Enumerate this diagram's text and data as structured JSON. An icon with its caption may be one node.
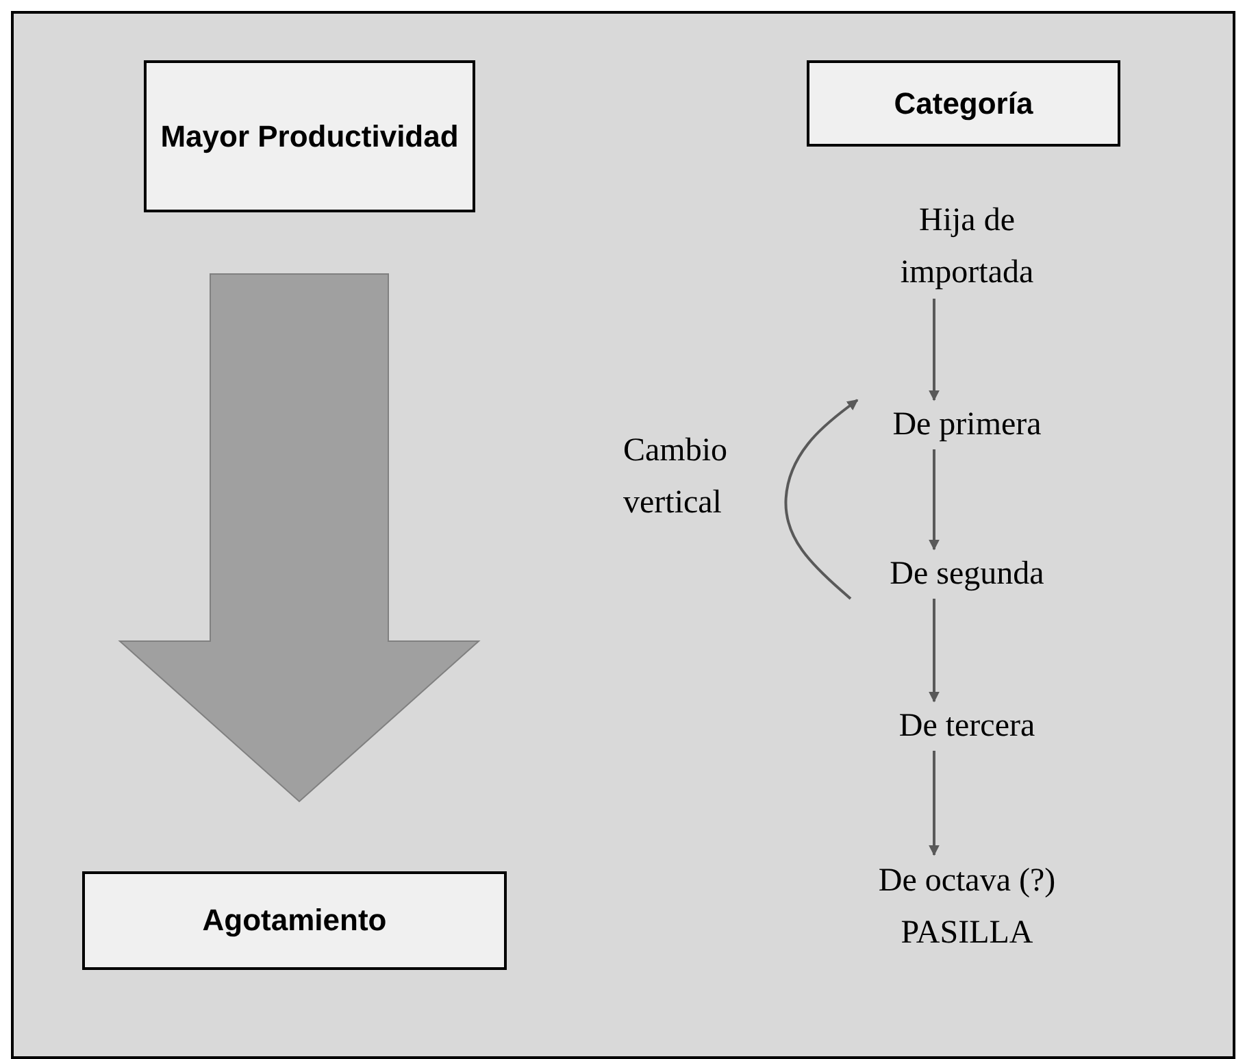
{
  "diagram": {
    "nodes": [
      {
        "text": [
          "Mayor Productividad"
        ]
      },
      {
        "text": [
          "Agotamiento"
        ]
      },
      {
        "text": [
          "Categoría"
        ]
      },
      {
        "text": [
          "Hija de importada"
        ]
      },
      {
        "text": [
          "De primera"
        ]
      },
      {
        "text": [
          "De segunda"
        ]
      },
      {
        "text": [
          "De tercera"
        ]
      },
      {
        "text": [
          "De octava (?) PASILLA"
        ]
      }
    ],
    "edges": [
      {
        "from": 0,
        "to": 1,
        "arrow": "to",
        "style": "thick",
        "color": "#a0a0a0"
      },
      {
        "from": 3,
        "to": 4,
        "arrow": "to"
      },
      {
        "from": 4,
        "to": 5,
        "arrow": "to"
      },
      {
        "from": 5,
        "to": 6,
        "arrow": "to"
      },
      {
        "from": 6,
        "to": 7,
        "arrow": "to"
      },
      {
        "from": 5,
        "to": 4,
        "arrow": "to",
        "label": "Cambio vertical"
      }
    ]
  }
}
